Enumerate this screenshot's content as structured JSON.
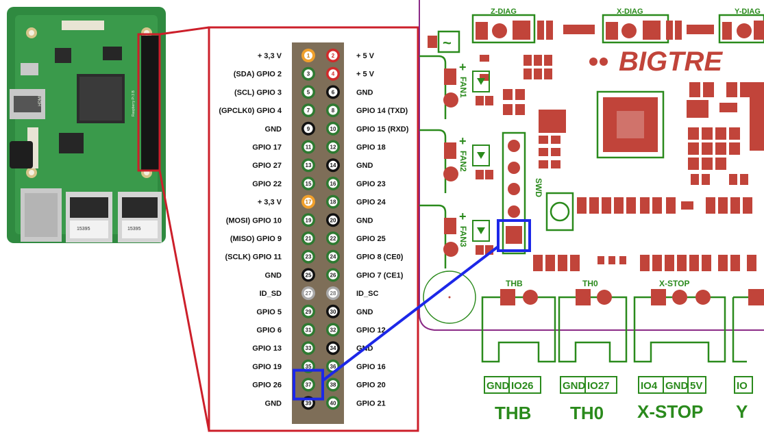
{
  "colors": {
    "frame_red": "#cc1f2a",
    "connector_body": "#7e6e58",
    "pin_green": "#2e7a31",
    "pin_orange": "#f0a02c",
    "pin_red": "#d12a2a",
    "pin_black": "#111111",
    "pin_gray": "#a8a8a8",
    "pcb_green": "#2a8a1c",
    "pcb_pad": "#c1443a",
    "highlight_blue": "#1c27e8",
    "board_edge_purple": "#8a2a86"
  },
  "pins": [
    {
      "n": "1",
      "label": "+ 3,3 V",
      "type": "orange"
    },
    {
      "n": "2",
      "label": "+ 5 V",
      "type": "red"
    },
    {
      "n": "3",
      "label": "(SDA) GPIO 2",
      "type": "green"
    },
    {
      "n": "4",
      "label": "+ 5 V",
      "type": "red"
    },
    {
      "n": "5",
      "label": "(SCL) GPIO 3",
      "type": "green"
    },
    {
      "n": "6",
      "label": "GND",
      "type": "black"
    },
    {
      "n": "7",
      "label": "(GPCLK0) GPIO 4",
      "type": "green"
    },
    {
      "n": "8",
      "label": "GPIO 14 (TXD)",
      "type": "green"
    },
    {
      "n": "9",
      "label": "GND",
      "type": "black"
    },
    {
      "n": "10",
      "label": "GPIO 15 (RXD)",
      "type": "green"
    },
    {
      "n": "11",
      "label": "GPIO 17",
      "type": "green"
    },
    {
      "n": "12",
      "label": "GPIO 18",
      "type": "green"
    },
    {
      "n": "13",
      "label": "GPIO 27",
      "type": "green"
    },
    {
      "n": "14",
      "label": "GND",
      "type": "black"
    },
    {
      "n": "15",
      "label": "GPIO 22",
      "type": "green"
    },
    {
      "n": "16",
      "label": "GPIO 23",
      "type": "green"
    },
    {
      "n": "17",
      "label": "+ 3,3 V",
      "type": "orange"
    },
    {
      "n": "18",
      "label": "GPIO 24",
      "type": "green"
    },
    {
      "n": "19",
      "label": "(MOSI) GPIO 10",
      "type": "green"
    },
    {
      "n": "20",
      "label": "GND",
      "type": "black"
    },
    {
      "n": "21",
      "label": "(MISO) GPIO 9",
      "type": "green"
    },
    {
      "n": "22",
      "label": "GPIO 25",
      "type": "green"
    },
    {
      "n": "23",
      "label": "(SCLK) GPIO 11",
      "type": "green"
    },
    {
      "n": "24",
      "label": "GPIO 8 (CE0)",
      "type": "green"
    },
    {
      "n": "25",
      "label": "GND",
      "type": "black"
    },
    {
      "n": "26",
      "label": "GPIO 7 (CE1)",
      "type": "green"
    },
    {
      "n": "27",
      "label": "ID_SD",
      "type": "gray"
    },
    {
      "n": "28",
      "label": "ID_SC",
      "type": "gray"
    },
    {
      "n": "29",
      "label": "GPIO 5",
      "type": "green"
    },
    {
      "n": "30",
      "label": "GND",
      "type": "black"
    },
    {
      "n": "31",
      "label": "GPIO 6",
      "type": "green"
    },
    {
      "n": "32",
      "label": "GPIO 12",
      "type": "green"
    },
    {
      "n": "33",
      "label": "GPIO 13",
      "type": "green"
    },
    {
      "n": "34",
      "label": "GND",
      "type": "black"
    },
    {
      "n": "35",
      "label": "GPIO 19",
      "type": "green"
    },
    {
      "n": "36",
      "label": "GPIO 16",
      "type": "green"
    },
    {
      "n": "37",
      "label": "GPIO 26",
      "type": "green"
    },
    {
      "n": "38",
      "label": "GPIO 20",
      "type": "green"
    },
    {
      "n": "39",
      "label": "GND",
      "type": "black"
    },
    {
      "n": "40",
      "label": "GPIO 21",
      "type": "green"
    }
  ],
  "highlight_pin": "37",
  "pcb": {
    "brand": "BIGTRE",
    "top_labels": [
      "Z-DIAG",
      "X-DIAG",
      "Y-DIAG"
    ],
    "fans": [
      "FAN1",
      "FAN2",
      "FAN3"
    ],
    "plus_sign": "+",
    "swd": "SWD",
    "connector_labels": [
      "THB",
      "TH0",
      "X-STOP"
    ],
    "pin_tags": [
      {
        "a": "GND",
        "b": "IO26"
      },
      {
        "a": "GND",
        "b": "IO27"
      },
      {
        "a": "IO4",
        "b": "GND",
        "c": "5V"
      },
      {
        "a": "IO"
      }
    ],
    "big_labels": [
      "THB",
      "TH0",
      "X-STOP",
      "Y"
    ],
    "tilde": "~"
  },
  "rpi": {
    "board_text": [
      "HDMI",
      "Raspberry Pi 3 B",
      "15395",
      "15395"
    ]
  }
}
